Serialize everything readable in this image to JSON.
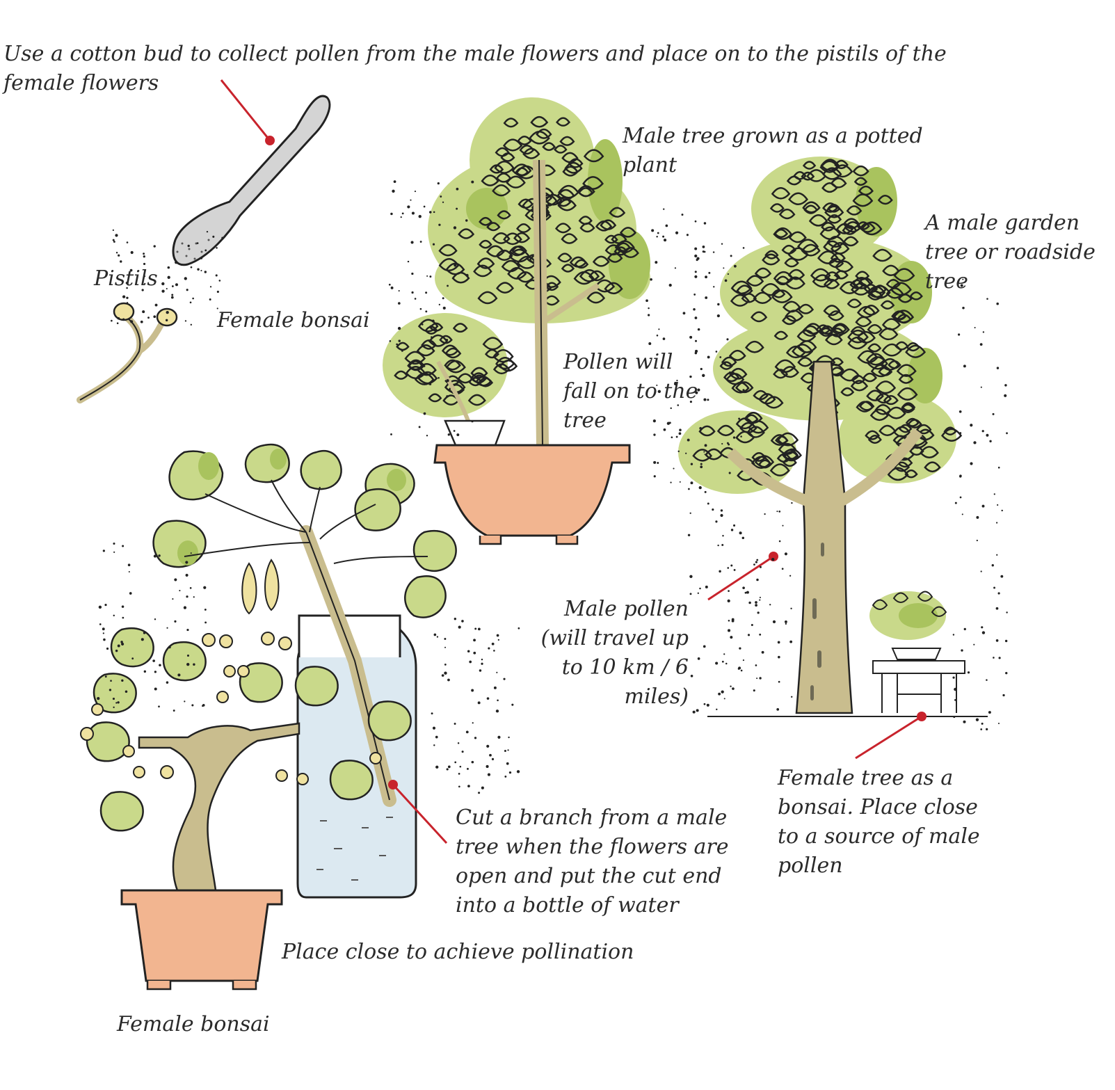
{
  "colors": {
    "leaf": "#c9d98a",
    "leaf_dark": "#a9c35e",
    "trunk": "#c9bd8e",
    "pot": "#f2b590",
    "water": "#dce9f1",
    "pointer": "#c8232c",
    "ink": "#222222"
  },
  "labels": {
    "cotton_bud": [
      "Use a cotton bud to collect pollen from the male flowers and place on to the pistils of the",
      "female flowers"
    ],
    "pistils": "Pistils",
    "female_bonsai_top": "Female bonsai",
    "male_potted": [
      "Male tree grown as a potted",
      "plant"
    ],
    "male_garden": [
      "A male garden",
      "tree or roadside",
      "tree"
    ],
    "pollen_fall": [
      "Pollen will",
      "fall on to the",
      "tree"
    ],
    "male_pollen": [
      "Male pollen",
      "(will travel up",
      "to 10 km / 6",
      "miles)"
    ],
    "female_tree_bonsai": [
      "Female tree as a",
      "bonsai. Place close",
      "to a source of male",
      "pollen"
    ],
    "cut_branch": [
      "Cut a branch from a male",
      "tree when the flowers are",
      "open and put the cut end",
      "into a bottle of water"
    ],
    "place_close": "Place close to achieve pollination",
    "female_bonsai_bottom": "Female bonsai"
  }
}
